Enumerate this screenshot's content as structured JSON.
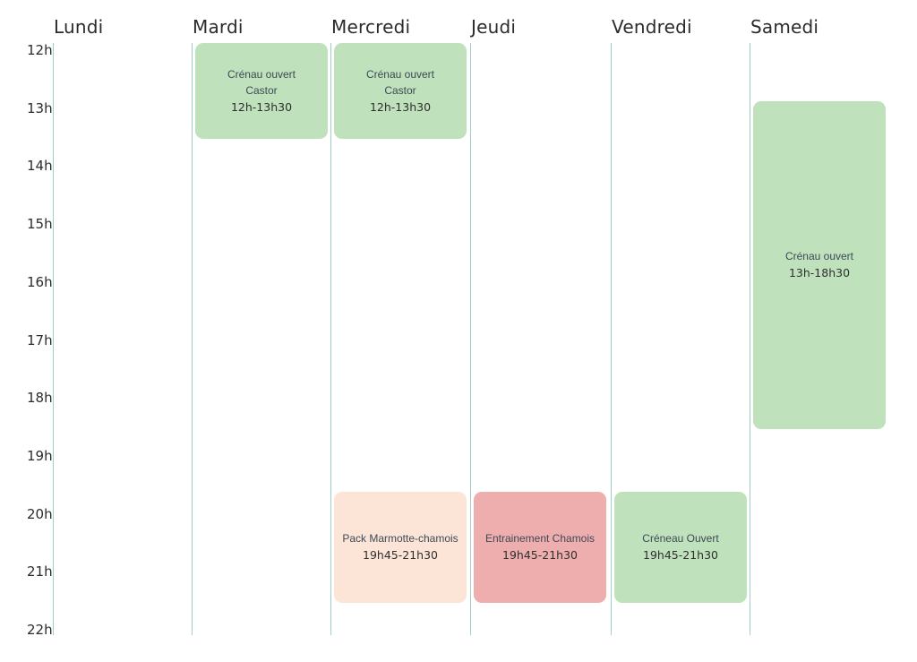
{
  "days": [
    "Lundi",
    "Mardi",
    "Mercredi",
    "Jeudi",
    "Vendredi",
    "Samedi"
  ],
  "hours": [
    "12h",
    "13h",
    "14h",
    "15h",
    "16h",
    "17h",
    "18h",
    "19h",
    "20h",
    "21h",
    "22h"
  ],
  "colors": {
    "open": "#bfe1bb",
    "pack": "#fce5d7",
    "training": "#eeaeae",
    "grid_line": "#9fcfc9"
  },
  "events": [
    {
      "day": 1,
      "start": 12.0,
      "end": 13.5,
      "color": "open",
      "lines": [
        "Crénau ouvert",
        "Castor"
      ],
      "time": "12h-13h30"
    },
    {
      "day": 2,
      "start": 12.0,
      "end": 13.5,
      "color": "open",
      "lines": [
        "Crénau ouvert",
        "Castor"
      ],
      "time": "12h-13h30"
    },
    {
      "day": 5,
      "start": 13.0,
      "end": 18.5,
      "color": "open",
      "lines": [
        "Crénau ouvert"
      ],
      "time": "13h-18h30"
    },
    {
      "day": 2,
      "start": 19.75,
      "end": 21.5,
      "color": "pack",
      "lines": [
        "Pack Marmotte-chamois"
      ],
      "time": "19h45-21h30"
    },
    {
      "day": 3,
      "start": 19.75,
      "end": 21.5,
      "color": "training",
      "lines": [
        "Entrainement Chamois"
      ],
      "time": "19h45-21h30"
    },
    {
      "day": 4,
      "start": 19.75,
      "end": 21.5,
      "color": "open",
      "lines": [
        "Créneau Ouvert"
      ],
      "time": "19h45-21h30"
    }
  ]
}
